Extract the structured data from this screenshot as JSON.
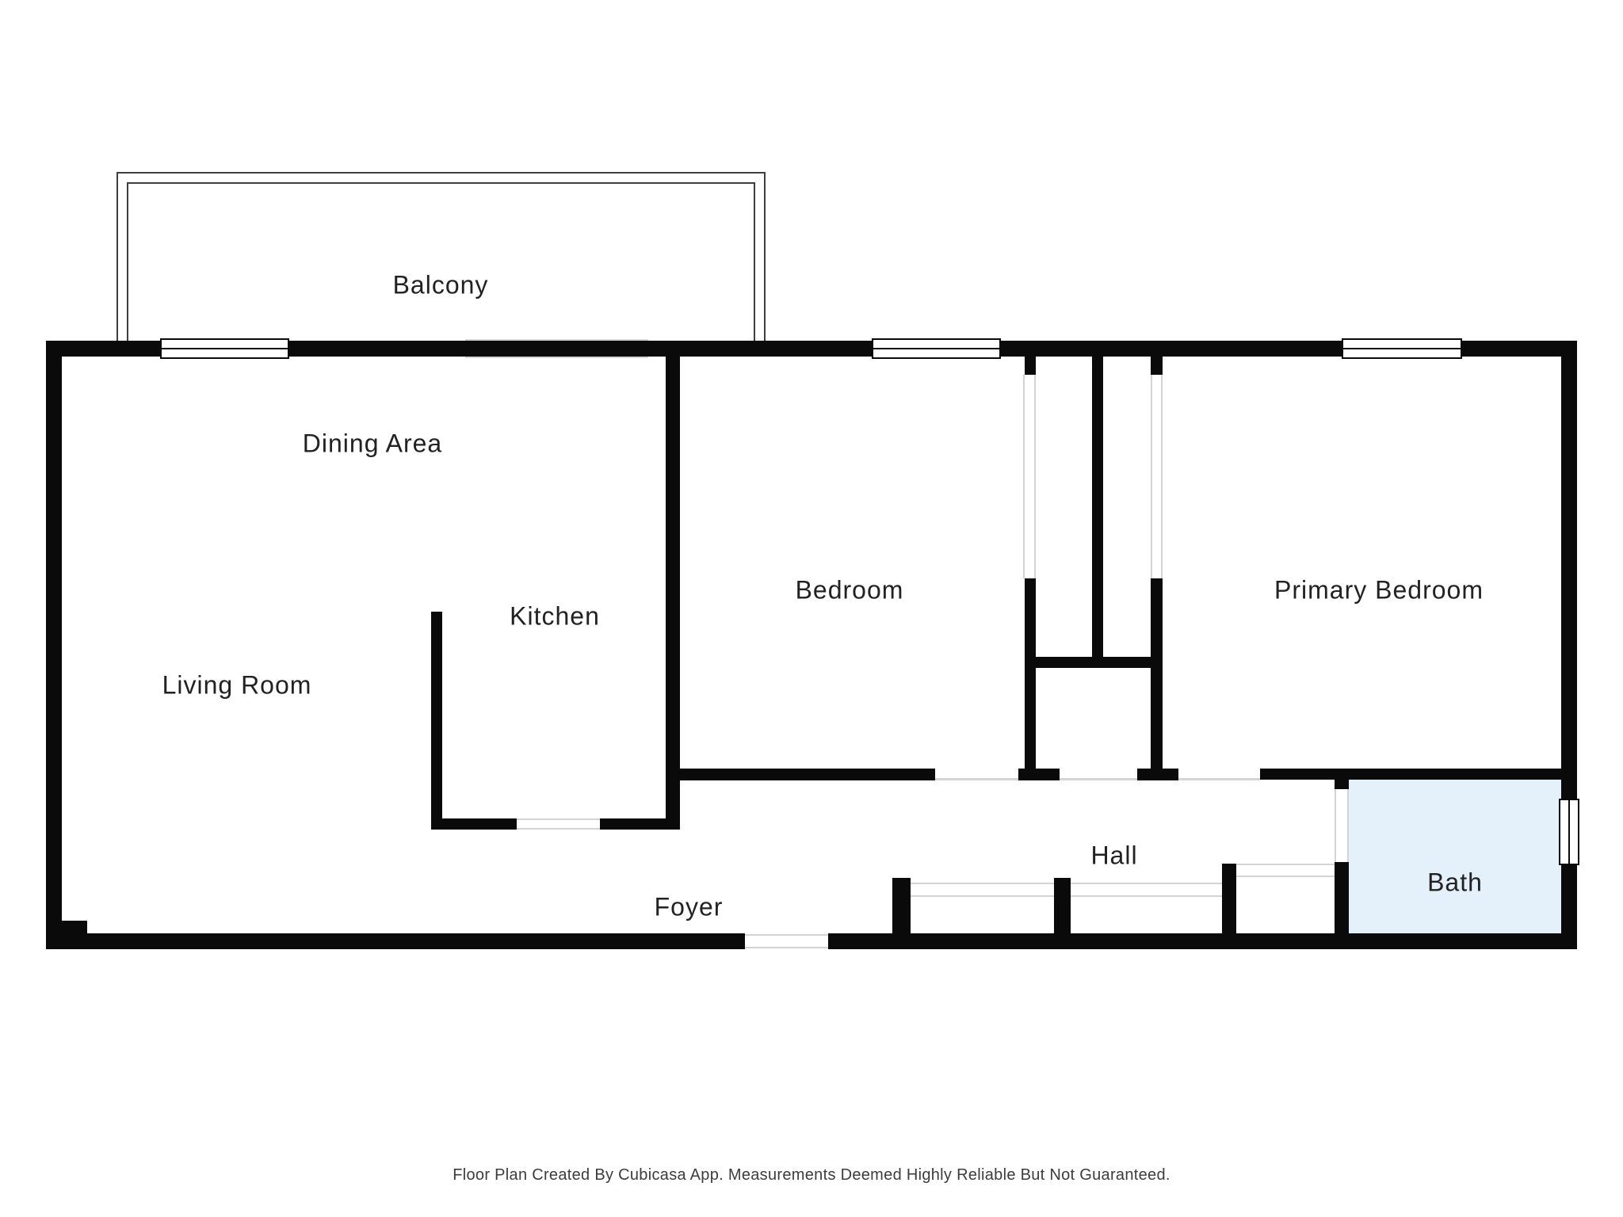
{
  "floorplan": {
    "rooms": {
      "balcony": "Balcony",
      "dining_area": "Dining Area",
      "kitchen": "Kitchen",
      "living_room": "Living Room",
      "bedroom": "Bedroom",
      "primary_bedroom": "Primary Bedroom",
      "hall": "Hall",
      "foyer": "Foyer",
      "bath": "Bath"
    },
    "footer_disclaimer": "Floor Plan Created By Cubicasa App. Measurements Deemed Highly Reliable But Not Guaranteed."
  },
  "colors": {
    "wall": "#0a0a0a",
    "bath_floor": "#e4f1fb",
    "opening_line": "#d4d4d4",
    "balcony_line": "#3f3f3f",
    "label_text": "#222222",
    "footer_text": "#3c3c3c",
    "background": "#ffffff"
  }
}
